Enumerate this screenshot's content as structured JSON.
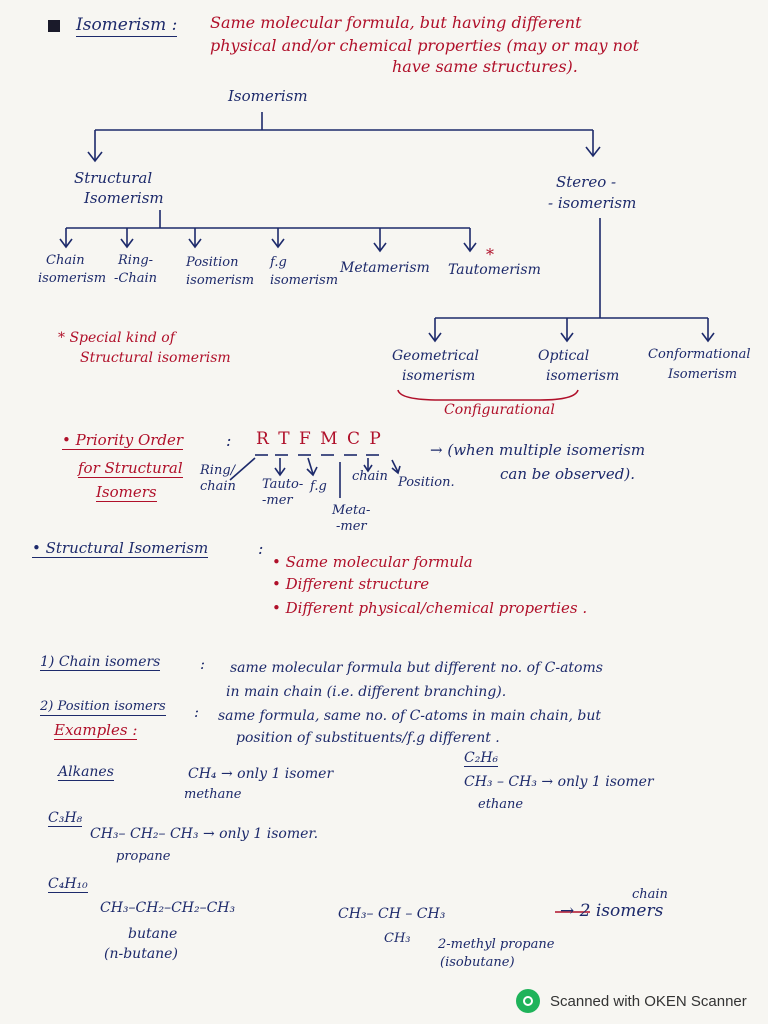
{
  "heading": {
    "title": "Isomerism :",
    "definition_1": "Same molecular formula, but having different",
    "definition_2": "physical and/or chemical properties (may or may not",
    "definition_3": "have same structures)."
  },
  "tree": {
    "root": "Isomerism",
    "structural_1": "Structural",
    "structural_2": "Isomerism",
    "stereo_1": "Stereo -",
    "stereo_2": "- isomerism",
    "structural_types": [
      {
        "line1": "Chain",
        "line2": "isomerism"
      },
      {
        "line1": "Ring-",
        "line2": "-Chain"
      },
      {
        "line1": "Position",
        "line2": "isomerism"
      },
      {
        "line1": "f.g",
        "line2": "isomerism"
      },
      {
        "line1": "Metamerism",
        "line2": ""
      },
      {
        "line1": "Tautomerism",
        "line2": ""
      }
    ],
    "tautomerism_star": "*",
    "stereo_types": [
      {
        "line1": "Geometrical",
        "line2": "isomerism"
      },
      {
        "line1": "Optical",
        "line2": "isomerism"
      },
      {
        "line1": "Conformational",
        "line2": "Isomerism"
      }
    ],
    "configurational": "Configurational",
    "special_1": "* Special kind of",
    "special_2": "Structural isomerism"
  },
  "priority": {
    "label_1": "• Priority Order",
    "colon": ":",
    "letters": "R T F M C P",
    "label_2": "for Structural",
    "label_3": "Isomers",
    "note_1": "→ (when multiple isomerism",
    "note_2": "can be observed).",
    "key_ring_1": "Ring/",
    "key_ring_2": "chain",
    "key_tauto_1": "Tauto-",
    "key_tauto_2": "-mer",
    "key_fg": "f.g",
    "key_meta_1": "Meta-",
    "key_meta_2": "-mer",
    "key_chain": "chain",
    "key_position": "Position."
  },
  "structural": {
    "title": "• Structural Isomerism",
    "colon": ":",
    "points": [
      "• Same molecular formula",
      "• Different structure",
      "• Different physical/chemical properties ."
    ]
  },
  "definitions": {
    "chain_label": "1) Chain isomers",
    "chain_colon": ":",
    "chain_text_1": "same molecular formula but different no. of C-atoms",
    "chain_text_2": "in main chain (i.e. different branching).",
    "position_label": "2) Position isomers",
    "position_colon": ":",
    "position_text_1": "same formula, same no. of C-atoms in main chain, but",
    "position_text_2": "position of substituents/f.g different ."
  },
  "examples": {
    "label": "Examples :",
    "alkanes": "Alkanes",
    "methane_formula": "CH₄ → only 1 isomer",
    "methane_name": "methane",
    "ethane_mf": "C₂H₆",
    "ethane_formula": "CH₃ – CH₃ → only 1 isomer",
    "ethane_name": "ethane",
    "propane_mf": "C₃H₈",
    "propane_formula": "CH₃– CH₂– CH₃ → only 1 isomer.",
    "propane_name": "propane",
    "butane_mf": "C₄H₁₀",
    "butane_formula": "CH₃–CH₂–CH₂–CH₃",
    "butane_name_1": "butane",
    "butane_name_2": "(n-butane)",
    "isobutane_formula": "CH₃– CH – CH₃",
    "isobutane_branch": "CH₃",
    "isobutane_name_1": "2-methyl propane",
    "isobutane_name_2": "(isobutane)",
    "result_top": "chain",
    "result_arrow": "→ 2 isomers"
  },
  "footer": {
    "text": "Scanned with OKEN Scanner"
  }
}
